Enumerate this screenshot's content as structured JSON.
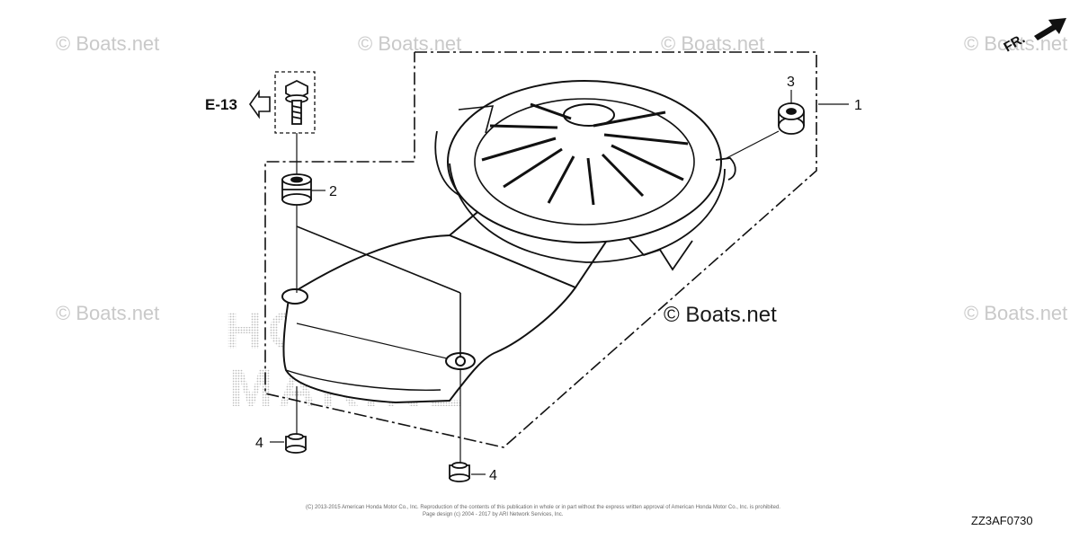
{
  "watermarks": {
    "faint": "© Boats.net",
    "main": "© Boats.net"
  },
  "diagram": {
    "callouts": {
      "part1": "1",
      "part2": "2",
      "part3": "3",
      "part4_left": "4",
      "part4_right": "4"
    },
    "reference": "E-13",
    "direction": "FR.",
    "copyright_line1": "(C) 2013-2015 American Honda Motor Co., Inc. Reproduction of the contents of this publication in whole or in part without the express written approval of American Honda Motor Co., Inc. is prohibited.",
    "copyright_line2": "Page design (c) 2004 - 2017 by ARI Network Services, Inc.",
    "code": "ZZ3AF0730"
  }
}
